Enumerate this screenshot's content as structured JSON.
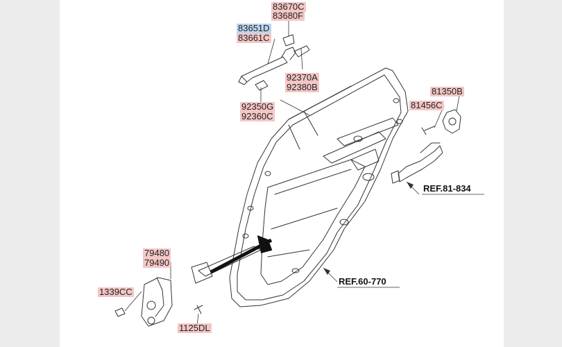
{
  "parts": [
    {
      "id": "p83670C",
      "text": "83670C",
      "style": "pink"
    },
    {
      "id": "p83680F",
      "text": "83680F",
      "style": "pink"
    },
    {
      "id": "p83651D",
      "text": "83651D",
      "style": "blue"
    },
    {
      "id": "p83661C",
      "text": "83661C",
      "style": "pink"
    },
    {
      "id": "p92370A",
      "text": "92370A",
      "style": "pink"
    },
    {
      "id": "p92380B",
      "text": "92380B",
      "style": "pink"
    },
    {
      "id": "p92350G",
      "text": "92350G",
      "style": "pink"
    },
    {
      "id": "p92360C",
      "text": "92360C",
      "style": "pink"
    },
    {
      "id": "p81350B",
      "text": "81350B",
      "style": "pink"
    },
    {
      "id": "p81456C",
      "text": "81456C",
      "style": "pink"
    },
    {
      "id": "p79480",
      "text": "79480",
      "style": "pink"
    },
    {
      "id": "p79490",
      "text": "79490",
      "style": "pink"
    },
    {
      "id": "p1339CC",
      "text": "1339CC",
      "style": "pink"
    },
    {
      "id": "p1125DL",
      "text": "1125DL",
      "style": "pink"
    }
  ],
  "refs": [
    {
      "id": "r81834",
      "text": "REF.81-834"
    },
    {
      "id": "r60770",
      "text": "REF.60-770"
    }
  ],
  "colors": {
    "highlight_pink": "#f4c6c6",
    "highlight_blue": "#bcd6f0",
    "line": "#333333",
    "background": "#ffffff"
  }
}
